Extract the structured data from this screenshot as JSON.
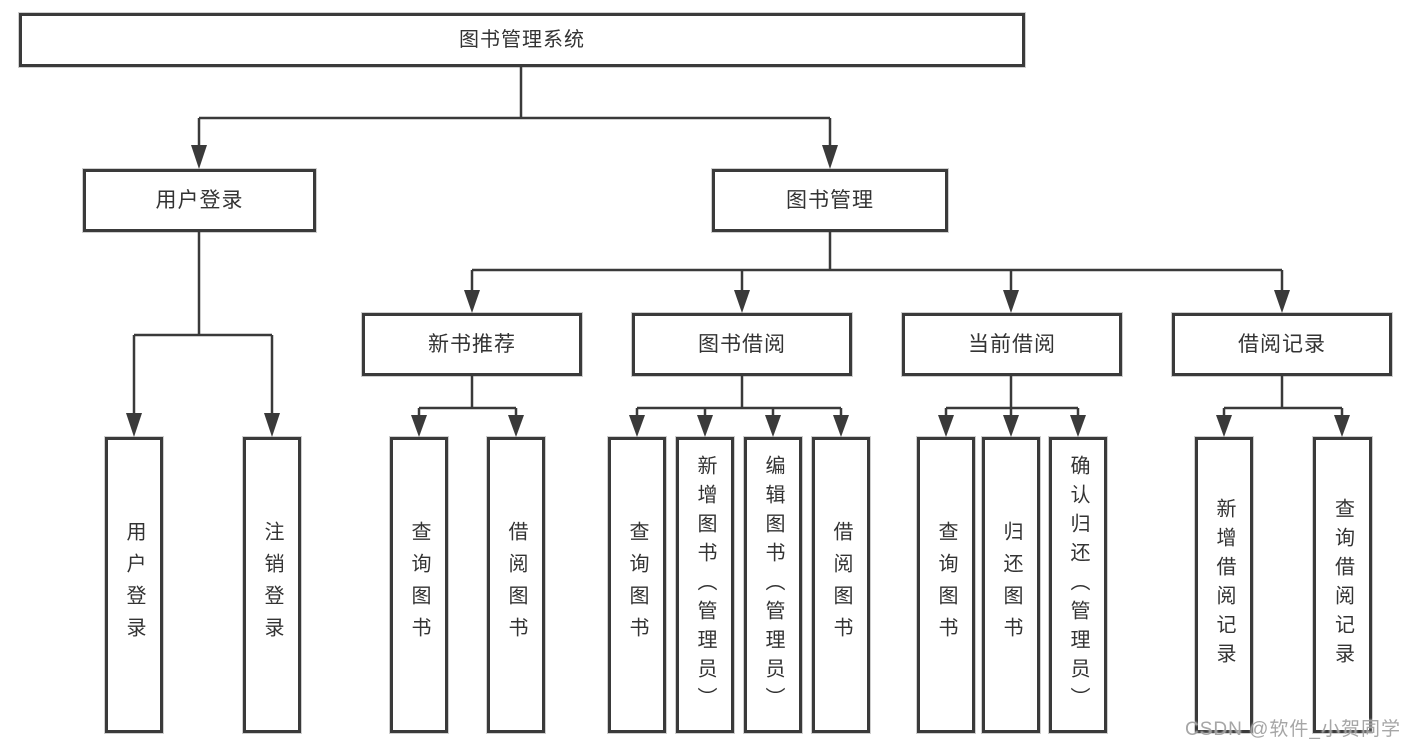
{
  "title": "图书管理系统",
  "tree": {
    "root": {
      "label": "图书管理系统"
    },
    "children": [
      {
        "label": "用户登录",
        "leaves": [
          {
            "label": "用户登录"
          },
          {
            "label": "注销登录"
          }
        ]
      },
      {
        "label": "图书管理",
        "children": [
          {
            "label": "新书推荐",
            "leaves": [
              {
                "label": "查询图书"
              },
              {
                "label": "借阅图书"
              }
            ]
          },
          {
            "label": "图书借阅",
            "leaves": [
              {
                "label": "查询图书"
              },
              {
                "label": "新增图书（管理员）"
              },
              {
                "label": "编辑图书（管理员）"
              },
              {
                "label": "借阅图书"
              }
            ]
          },
          {
            "label": "当前借阅",
            "leaves": [
              {
                "label": "查询图书"
              },
              {
                "label": "归还图书"
              },
              {
                "label": "确认归还（管理员）"
              }
            ]
          },
          {
            "label": "借阅记录",
            "leaves": [
              {
                "label": "新增借阅记录"
              },
              {
                "label": "查询借阅记录"
              }
            ]
          }
        ]
      }
    ]
  },
  "watermark": {
    "text": "CSDN @软件_小贺同学"
  },
  "colors": {
    "line": "#3a3a3a",
    "box_border": "#3a3a3a",
    "text": "#333333",
    "background": "#ffffff",
    "watermark": "#9e9e9e"
  }
}
